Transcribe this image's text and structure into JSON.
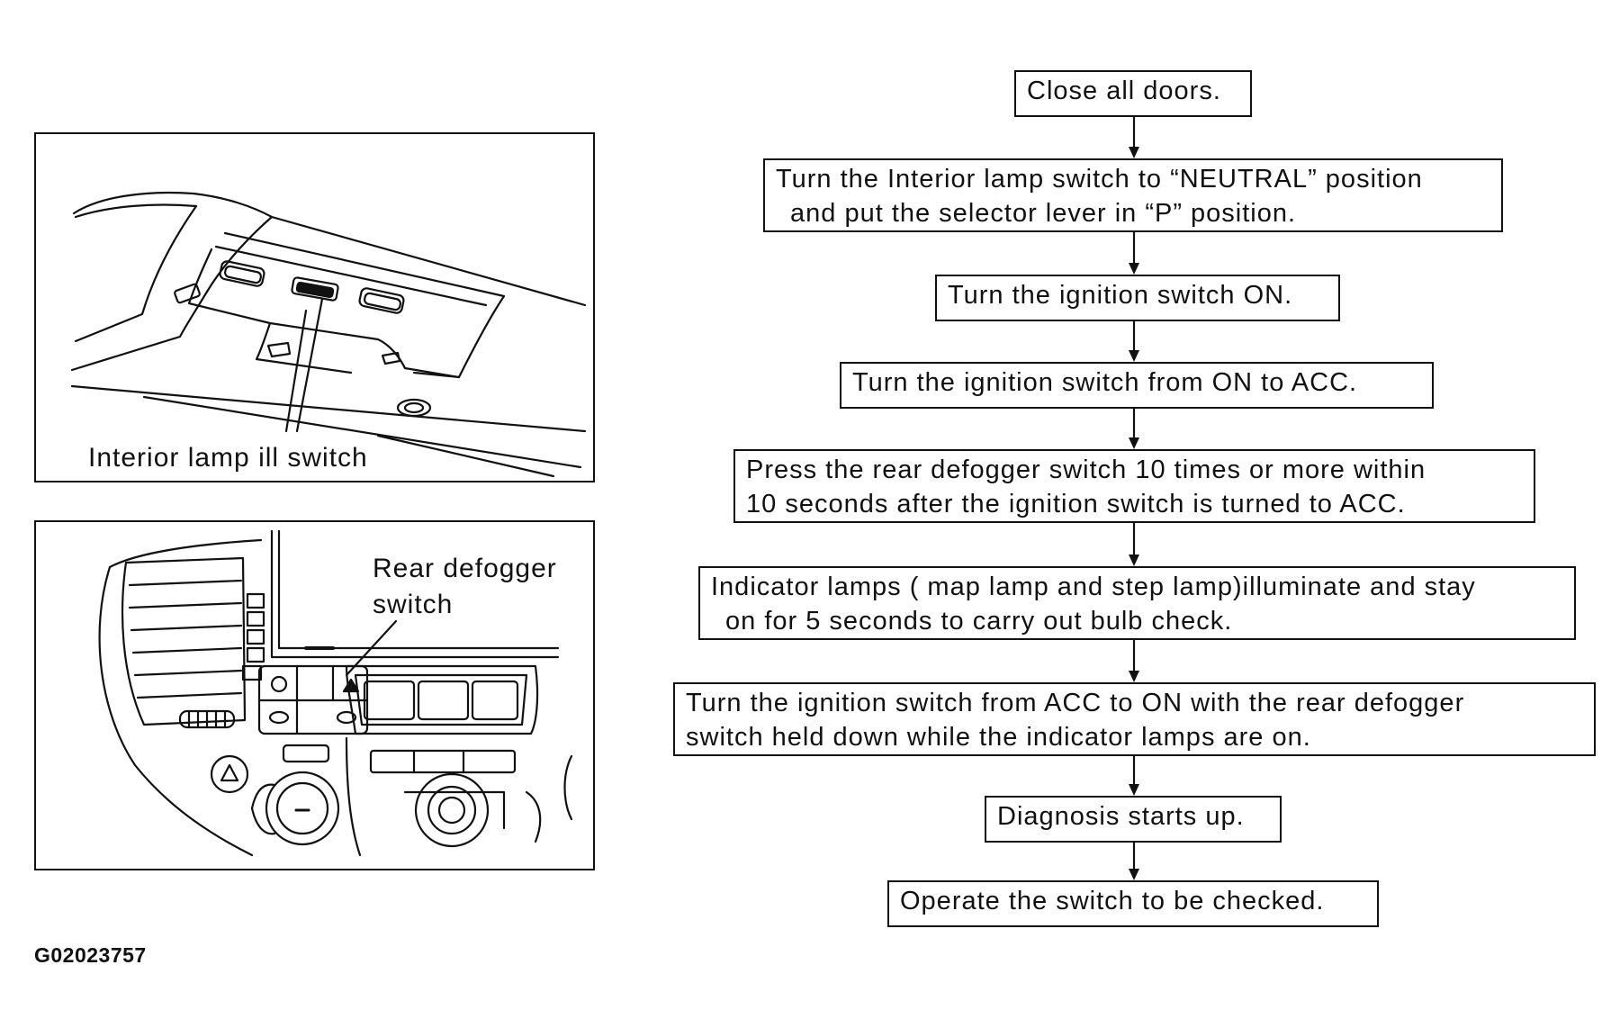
{
  "left_panels": {
    "top_callout": "Interior lamp ill switch",
    "bottom_callout_line1": "Rear defogger",
    "bottom_callout_line2": "switch"
  },
  "flowchart": {
    "steps": [
      {
        "lines": [
          "Close all doors."
        ]
      },
      {
        "lines": [
          "Turn the Interior lamp switch to “NEUTRAL” position",
          "and put the selector lever in “P” position."
        ]
      },
      {
        "lines": [
          "Turn the ignition switch ON."
        ]
      },
      {
        "lines": [
          "Turn the ignition switch from ON to ACC."
        ]
      },
      {
        "lines": [
          "Press the rear defogger switch 10 times or more within",
          "10 seconds after the ignition switch is turned to ACC."
        ]
      },
      {
        "lines": [
          "Indicator lamps ( map lamp and step lamp)illuminate and stay",
          "on for 5 seconds to carry out bulb check."
        ]
      },
      {
        "lines": [
          "Turn the ignition switch from ACC to ON with the rear defogger",
          "switch held down while the indicator lamps are on."
        ]
      },
      {
        "lines": [
          "Diagnosis starts up."
        ]
      },
      {
        "lines": [
          "Operate the switch to be checked."
        ]
      }
    ]
  },
  "figure_id": "G02023757"
}
